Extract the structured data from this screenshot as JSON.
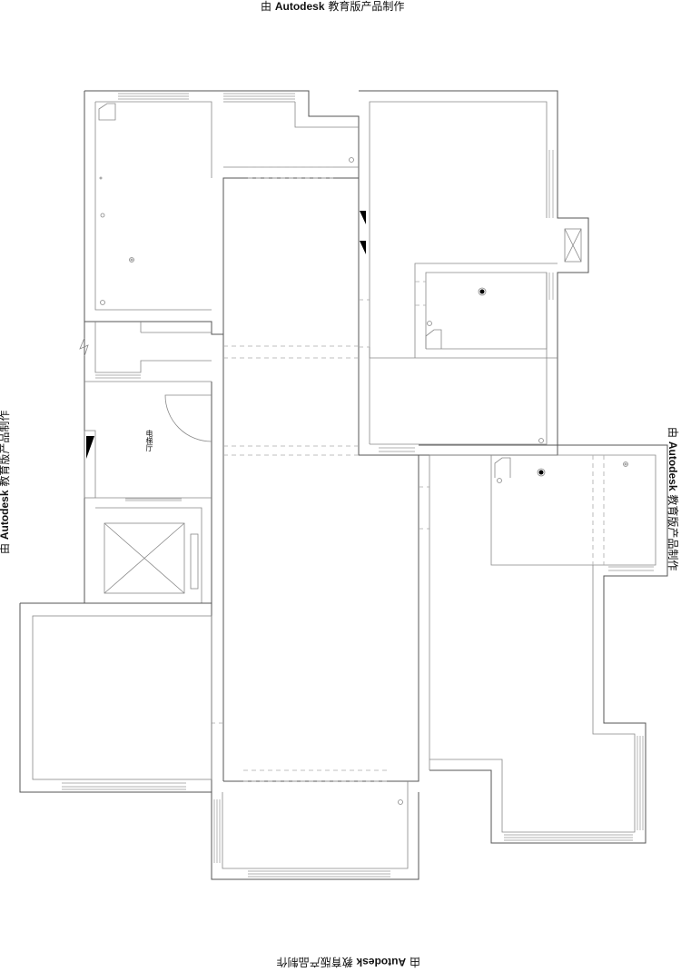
{
  "watermark": {
    "prefix": "由",
    "brand": "Autodesk",
    "suffix": "教育版产品制作"
  },
  "rooms": {
    "elevator_hall": "电梯厅"
  }
}
